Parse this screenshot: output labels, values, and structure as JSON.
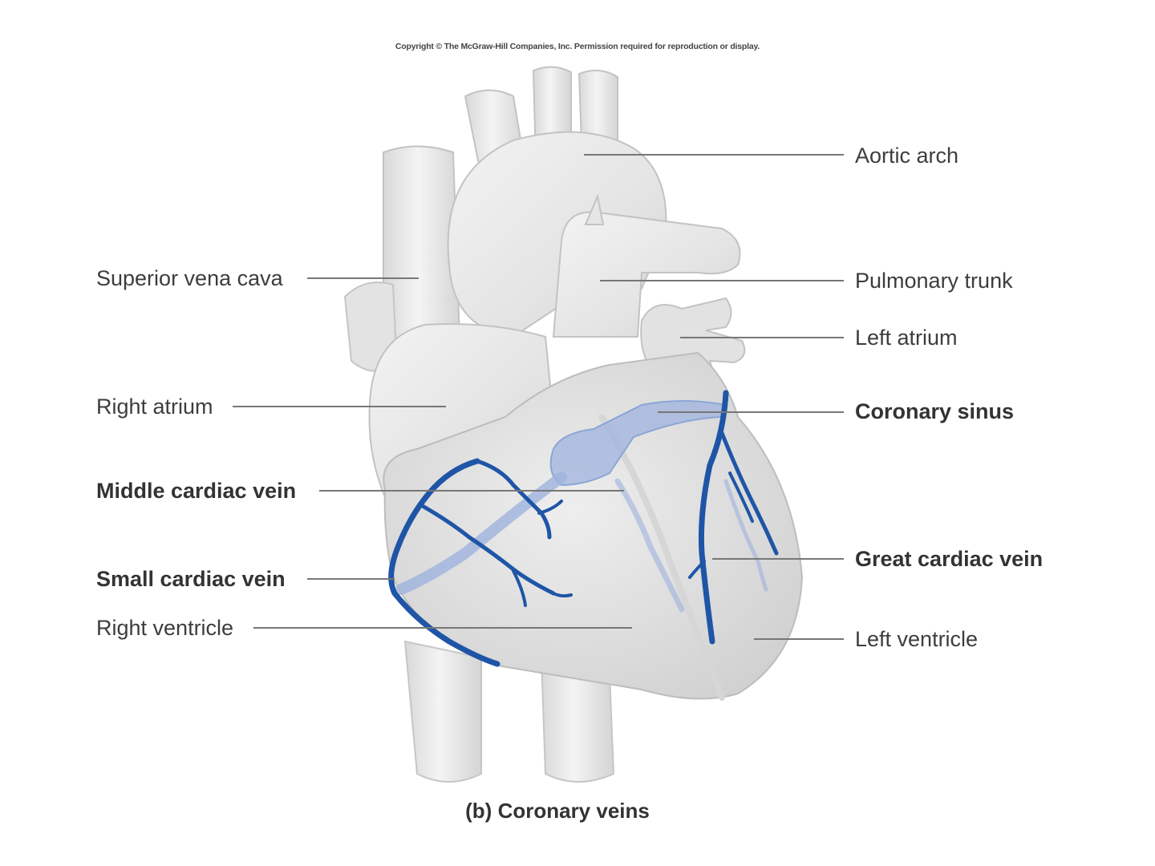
{
  "copyright": "Copyright © The McGraw-Hill Companies, Inc. Permission required for reproduction or display.",
  "caption": "(b) Coronary veins",
  "labels": {
    "aortic_arch": "Aortic arch",
    "superior_vena_cava": "Superior vena cava",
    "pulmonary_trunk": "Pulmonary trunk",
    "left_atrium": "Left atrium",
    "right_atrium": "Right atrium",
    "coronary_sinus": "Coronary sinus",
    "middle_cardiac_vein": "Middle cardiac vein",
    "great_cardiac_vein": "Great cardiac vein",
    "small_cardiac_vein": "Small cardiac vein",
    "right_ventricle": "Right ventricle",
    "left_ventricle": "Left ventricle"
  },
  "colors": {
    "vein": "#1f55a6",
    "vein_faint": "#8aa6d6",
    "tissue": "#e9e9e9",
    "tissue_edge": "#c8c8c8",
    "leader": "#777777"
  }
}
